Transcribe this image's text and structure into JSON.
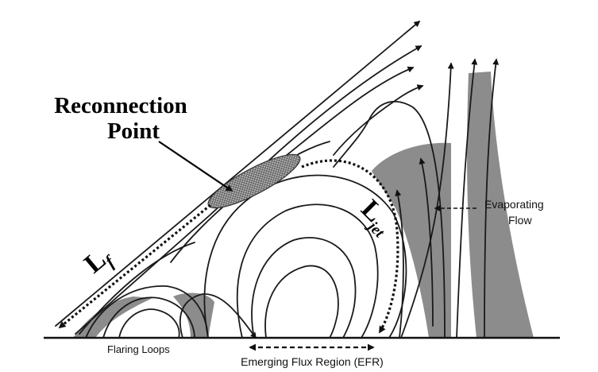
{
  "labels": {
    "reconnection_line1": "Reconnection",
    "reconnection_line2": "Point",
    "lf_main": "L",
    "lf_sub": "f",
    "ljet_main": "L",
    "ljet_sub": "jet",
    "evaporating_line1": "Evaporating",
    "evaporating_line2": "Flow",
    "flaring_loops": "Flaring Loops",
    "efr": "Emerging Flux Region (EFR)"
  },
  "colors": {
    "background": "#ffffff",
    "flux_line": "#1a1a1a",
    "plasma_fill": "#8c8c8c",
    "dashed_arrow": "#111111",
    "reconnection_region": "#9a9a9a"
  }
}
